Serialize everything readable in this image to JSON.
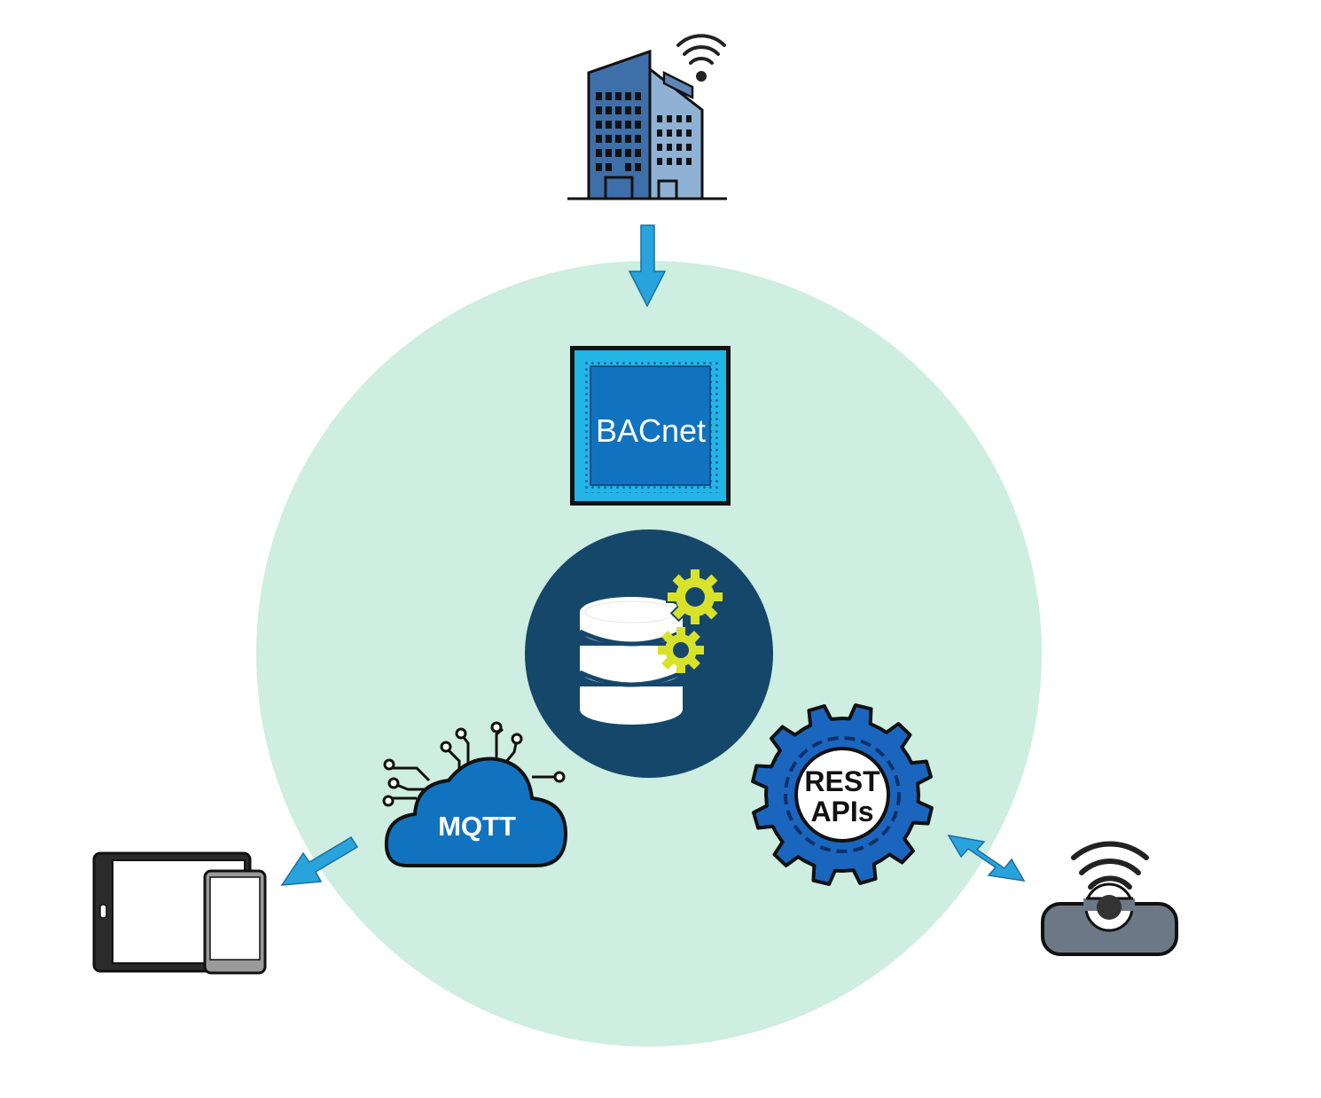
{
  "bacnet_chip": {
    "label": "BACnet"
  },
  "mqtt_cloud": {
    "label": "MQTT"
  },
  "rest_gear": {
    "line1": "REST",
    "line2": "APIs"
  },
  "colors": {
    "circle_bg": "#cdeee0",
    "arrow": "#29a3dc",
    "chip_blue": "#1173bf",
    "chip_border": "#22b5e6",
    "db_circle": "#15476a",
    "gear_yellow": "#d8e22a",
    "cloud_blue": "#1173bf",
    "rest_gear_blue": "#1a66bf",
    "device_gray": "#6c7885",
    "building_dark": "#3a6aa5",
    "building_light": "#8fb1d4"
  },
  "icons": [
    "building-wifi-icon",
    "down-arrow-icon",
    "bacnet-chip-icon",
    "database-gears-icon",
    "mqtt-cloud-icon",
    "rest-api-gear-icon",
    "left-down-arrow-icon",
    "bidirectional-arrow-icon",
    "tablet-phone-icon",
    "wireless-sensor-icon"
  ]
}
